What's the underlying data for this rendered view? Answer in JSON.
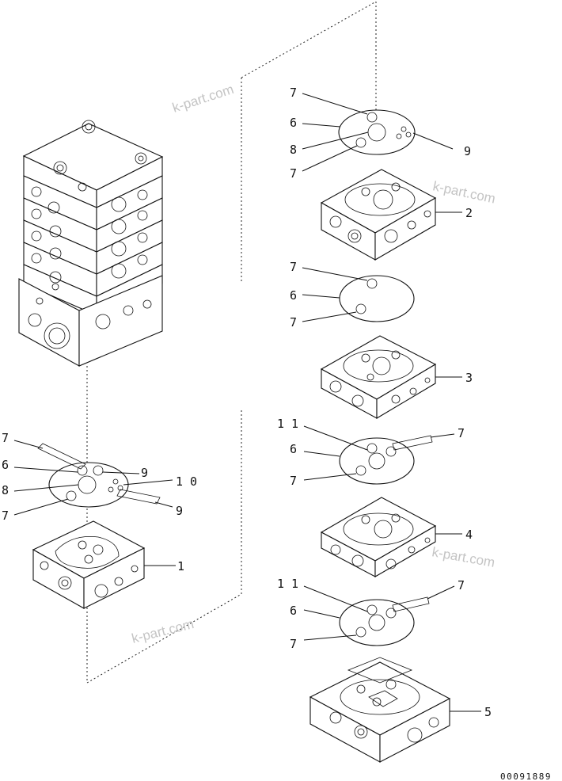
{
  "diagram": {
    "drawing_code": "00091889",
    "watermarks": [
      "k-part.com",
      "k-part.com",
      "k-part.com",
      "k-part.com"
    ],
    "callouts": {
      "left_seal": {
        "l7a": "7",
        "l6": "6",
        "l8": "8",
        "l7b": "7",
        "l9a": "9",
        "l10": "1 0",
        "l9b": "9"
      },
      "left_block": {
        "l1": "1"
      },
      "r_seal1": {
        "l7a": "7",
        "l6": "6",
        "l8": "8",
        "l7b": "7",
        "l9": "9"
      },
      "r_block2": {
        "l2": "2"
      },
      "r_seal2": {
        "l7a": "7",
        "l6": "6",
        "l7b": "7"
      },
      "r_block3": {
        "l3": "3"
      },
      "r_seal3": {
        "l11": "1 1",
        "l6": "6",
        "l7b": "7",
        "l7r": "7"
      },
      "r_block4": {
        "l4": "4"
      },
      "r_seal4": {
        "l11": "1 1",
        "l6": "6",
        "l7b": "7",
        "l7r": "7"
      },
      "r_block5": {
        "l5": "5"
      }
    }
  }
}
